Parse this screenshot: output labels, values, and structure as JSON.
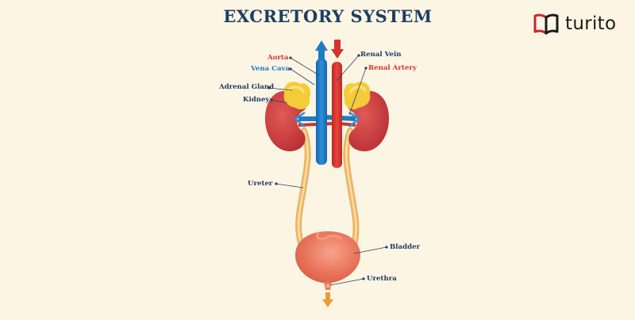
{
  "title": "EXCRETORY SYSTEM",
  "brand": {
    "name": "turito",
    "icon": "open-book-icon",
    "color": "#c62828"
  },
  "labels": {
    "aorta": "Aorta",
    "vena_cava": "Vena Cava",
    "adrenal_gland": "Adrenal Gland",
    "kidney": "Kidney",
    "renal_vein": "Renal Vein",
    "renal_artery": "Renal Artery",
    "ureter": "Ureter",
    "bladder": "Bladder",
    "urethra": "Urethra"
  },
  "colors": {
    "background": "#fdf5e4",
    "title": "#1b3f63",
    "vein": "#1f7bc2",
    "artery": "#d0342c",
    "kidney": "#c93a3d",
    "adrenal": "#f4cc3a",
    "ureter": "#f0c474",
    "bladder": "#e8735a",
    "flow_arrow": "#ef9a36"
  }
}
